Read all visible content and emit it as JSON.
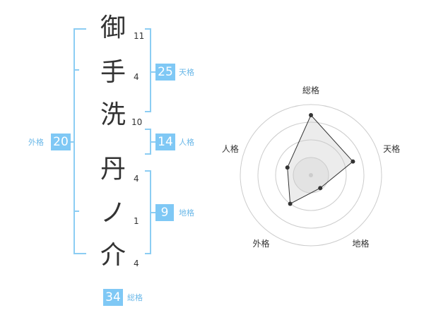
{
  "name_chars": [
    {
      "char": "御",
      "strokes": "11"
    },
    {
      "char": "手",
      "strokes": "4"
    },
    {
      "char": "洗",
      "strokes": "10"
    },
    {
      "char": "丹",
      "strokes": "4"
    },
    {
      "char": "ノ",
      "strokes": "1"
    },
    {
      "char": "介",
      "strokes": "4"
    }
  ],
  "kaku": {
    "tenkaku": {
      "label": "天格",
      "value": "25"
    },
    "jinkaku": {
      "label": "人格",
      "value": "14"
    },
    "chikaku": {
      "label": "地格",
      "value": "9"
    },
    "gaikaku": {
      "label": "外格",
      "value": "20"
    },
    "soukaku": {
      "label": "総格",
      "value": "34"
    }
  },
  "colors": {
    "accent": "#7fc8f5",
    "bracket": "#8ccdf3",
    "text": "#333333",
    "ring": "#cccccc"
  },
  "chart_data": {
    "type": "radar",
    "axes": [
      "総格",
      "天格",
      "地格",
      "外格",
      "人格"
    ],
    "values": [
      34,
      25,
      9,
      20,
      14
    ],
    "rings": 4
  }
}
